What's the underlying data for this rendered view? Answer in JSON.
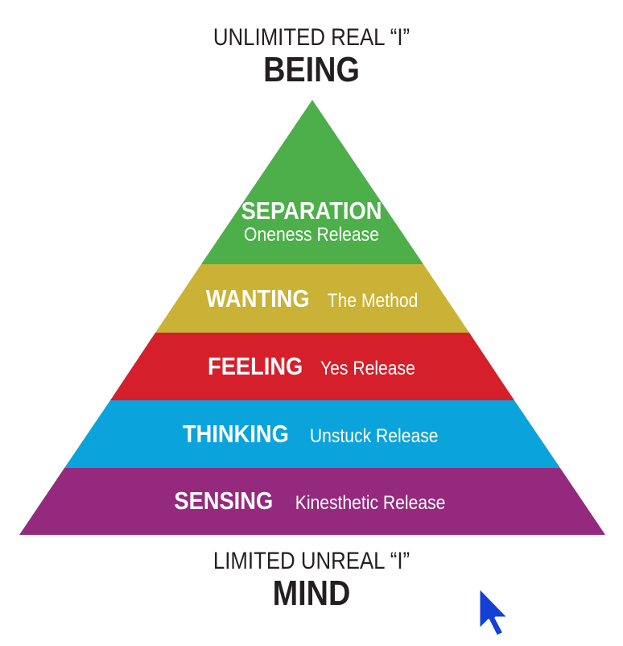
{
  "top": {
    "subtitle": "UNLIMITED REAL “I”",
    "title": "BEING"
  },
  "bottom": {
    "subtitle": "LIMITED UNREAL “I”",
    "title": "MIND"
  },
  "levels": [
    {
      "name": "SEPARATION",
      "method": "Oneness Release",
      "color": "#4caf4a"
    },
    {
      "name": "WANTING",
      "method": "The Method",
      "color": "#c9b236"
    },
    {
      "name": "FEELING",
      "method": "Yes Release",
      "color": "#d5202b"
    },
    {
      "name": "THINKING",
      "method": "Unstuck Release",
      "color": "#0aa3dc"
    },
    {
      "name": "SENSING",
      "method": "Kinesthetic Release",
      "color": "#95297e"
    }
  ],
  "cursor": {
    "icon": "mouse-pointer-icon",
    "color": "#1540d6"
  }
}
